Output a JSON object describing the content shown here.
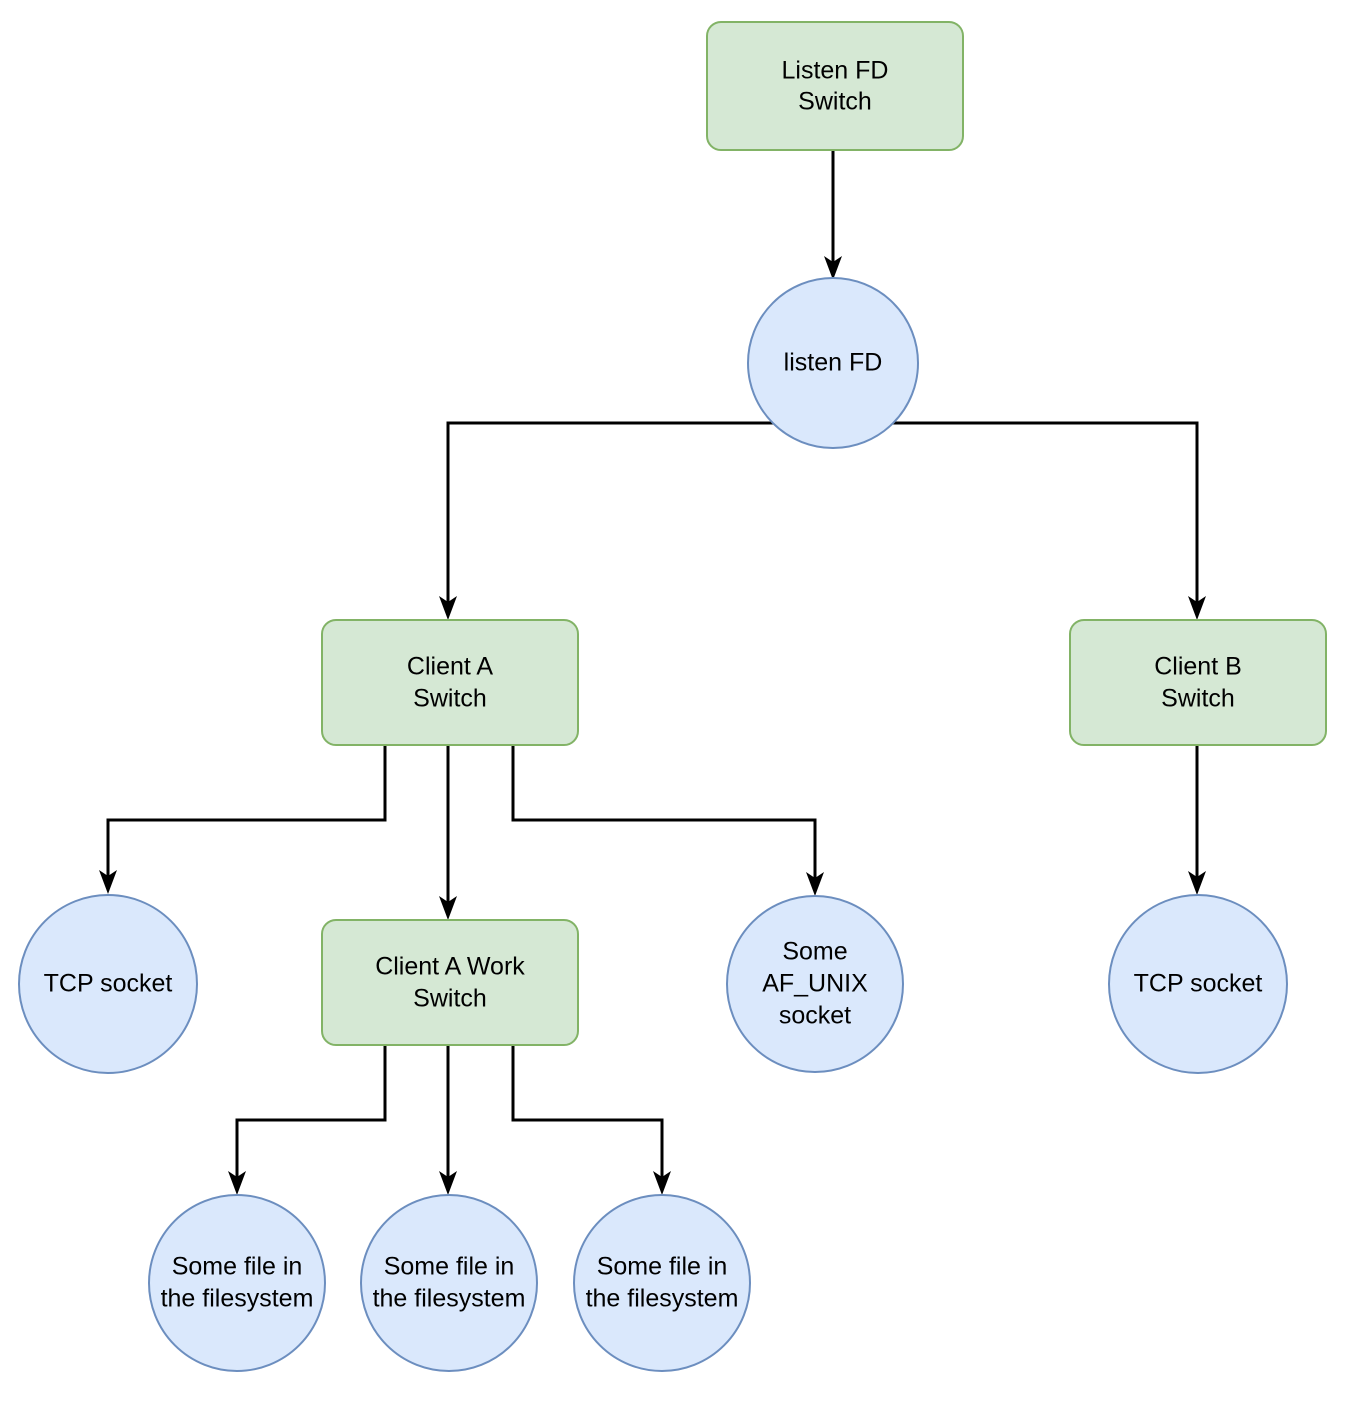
{
  "diagram": {
    "type": "flowchart",
    "title": "Listen FD Switch process/fd tree",
    "background_color": "#ffffff",
    "palette": {
      "box_fill": "#d5e8d4",
      "box_stroke": "#82b366",
      "circle_fill": "#dae8fc",
      "circle_stroke": "#6c8ebf",
      "edge_stroke": "#000000",
      "label_color": "#000000"
    },
    "nodes": {
      "listen_fd_switch": {
        "shape": "rounded-rect",
        "line1": "Listen FD",
        "line2": "Switch"
      },
      "listen_fd": {
        "shape": "circle",
        "line1": "listen FD",
        "line2": ""
      },
      "client_a_switch": {
        "shape": "rounded-rect",
        "line1": "Client A",
        "line2": "Switch"
      },
      "client_b_switch": {
        "shape": "rounded-rect",
        "line1": "Client B",
        "line2": "Switch"
      },
      "tcp_socket_a": {
        "shape": "circle",
        "line1": "TCP socket",
        "line2": ""
      },
      "client_a_work_switch": {
        "shape": "rounded-rect",
        "line1": "Client A Work",
        "line2": "Switch"
      },
      "af_unix_socket": {
        "shape": "circle",
        "line1": "Some",
        "line2": "AF_UNIX",
        "line3": "socket"
      },
      "tcp_socket_b": {
        "shape": "circle",
        "line1": "TCP socket",
        "line2": ""
      },
      "file_1": {
        "shape": "circle",
        "line1": "Some file in",
        "line2": "the filesystem"
      },
      "file_2": {
        "shape": "circle",
        "line1": "Some file in",
        "line2": "the filesystem"
      },
      "file_3": {
        "shape": "circle",
        "line1": "Some file in",
        "line2": "the filesystem"
      }
    },
    "edges": [
      {
        "from": "listen_fd_switch",
        "to": "listen_fd"
      },
      {
        "from": "listen_fd",
        "to": "client_a_switch"
      },
      {
        "from": "listen_fd",
        "to": "client_b_switch"
      },
      {
        "from": "client_a_switch",
        "to": "tcp_socket_a"
      },
      {
        "from": "client_a_switch",
        "to": "client_a_work_switch"
      },
      {
        "from": "client_a_switch",
        "to": "af_unix_socket"
      },
      {
        "from": "client_b_switch",
        "to": "tcp_socket_b"
      },
      {
        "from": "client_a_work_switch",
        "to": "file_1"
      },
      {
        "from": "client_a_work_switch",
        "to": "file_2"
      },
      {
        "from": "client_a_work_switch",
        "to": "file_3"
      }
    ]
  }
}
